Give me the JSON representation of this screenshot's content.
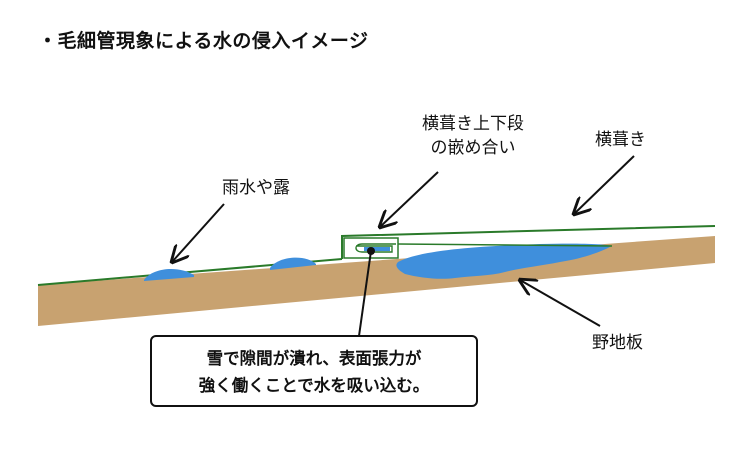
{
  "title": "・毛細管現象による水の侵入イメージ",
  "labels": {
    "rain": "雨水や露",
    "joint_line1": "横葺き上下段",
    "joint_line2": "の嵌め合い",
    "yokobuki": "横葺き",
    "nojiita": "野地板"
  },
  "callout": {
    "line1": "雪で隙間が潰れ、表面張力が",
    "line2": "強く働くことで水を吸い込む。"
  },
  "colors": {
    "roof_board": "#c8a270",
    "roofing_line": "#2a7a2a",
    "water": "#3f8fdc",
    "text": "#111111"
  }
}
